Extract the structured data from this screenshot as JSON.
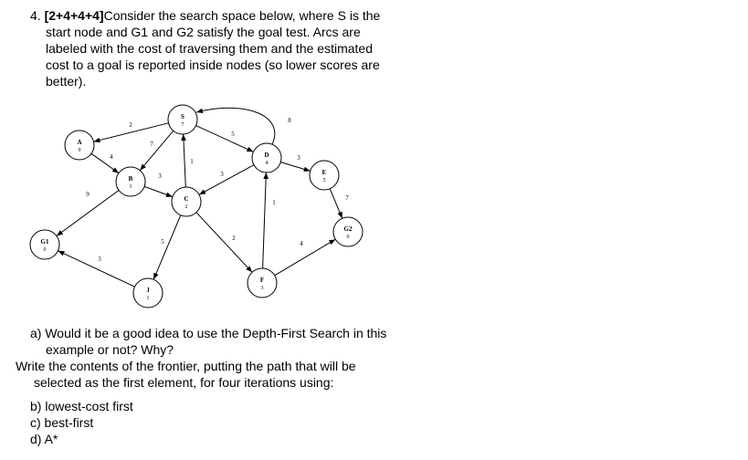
{
  "question": {
    "number": "4.",
    "marks": "[2+4+4+4]",
    "lines": [
      "Consider the search space below, where S is the",
      "start node and G1 and G2 satisfy the goal test. Arcs are",
      "labeled with the cost of traversing them and the estimated",
      "cost to a goal is reported inside nodes (so lower scores are",
      "better)."
    ]
  },
  "graph": {
    "nodes": [
      {
        "id": "S",
        "h": "7"
      },
      {
        "id": "A",
        "h": "9"
      },
      {
        "id": "B",
        "h": "3"
      },
      {
        "id": "C",
        "h": "2"
      },
      {
        "id": "D",
        "h": "4"
      },
      {
        "id": "E",
        "h": "5"
      },
      {
        "id": "G2",
        "h": "0"
      },
      {
        "id": "G1",
        "h": "0"
      },
      {
        "id": "J",
        "h": "1"
      },
      {
        "id": "F",
        "h": "3"
      }
    ],
    "edges": [
      {
        "from": "S",
        "to": "A",
        "cost": "2"
      },
      {
        "from": "S",
        "to": "B",
        "cost": "7"
      },
      {
        "from": "S",
        "to": "D",
        "cost": "5"
      },
      {
        "from": "D",
        "to": "S",
        "cost": "8"
      },
      {
        "from": "C",
        "to": "S",
        "cost": "1"
      },
      {
        "from": "A",
        "to": "B",
        "cost": "4"
      },
      {
        "from": "B",
        "to": "C",
        "cost": "3"
      },
      {
        "from": "B",
        "to": "G1",
        "cost": "9"
      },
      {
        "from": "D",
        "to": "C",
        "cost": "3"
      },
      {
        "from": "D",
        "to": "E",
        "cost": "3"
      },
      {
        "from": "E",
        "to": "G2",
        "cost": "7"
      },
      {
        "from": "C",
        "to": "J",
        "cost": "5"
      },
      {
        "from": "C",
        "to": "F",
        "cost": "2"
      },
      {
        "from": "F",
        "to": "D",
        "cost": "1"
      },
      {
        "from": "F",
        "to": "G2",
        "cost": "4"
      },
      {
        "from": "J",
        "to": "G1",
        "cost": "3"
      }
    ]
  },
  "parts": {
    "a_line1": "a) Would it be a good idea to use the Depth-First Search in this",
    "a_line2": "example or not? Why?",
    "instr_line1": "Write the contents of the frontier, putting the path that will be",
    "instr_line2": "selected as the first element, for four iterations using:",
    "b": "b) lowest-cost first",
    "c": "c) best-first",
    "d": "d) A*"
  }
}
